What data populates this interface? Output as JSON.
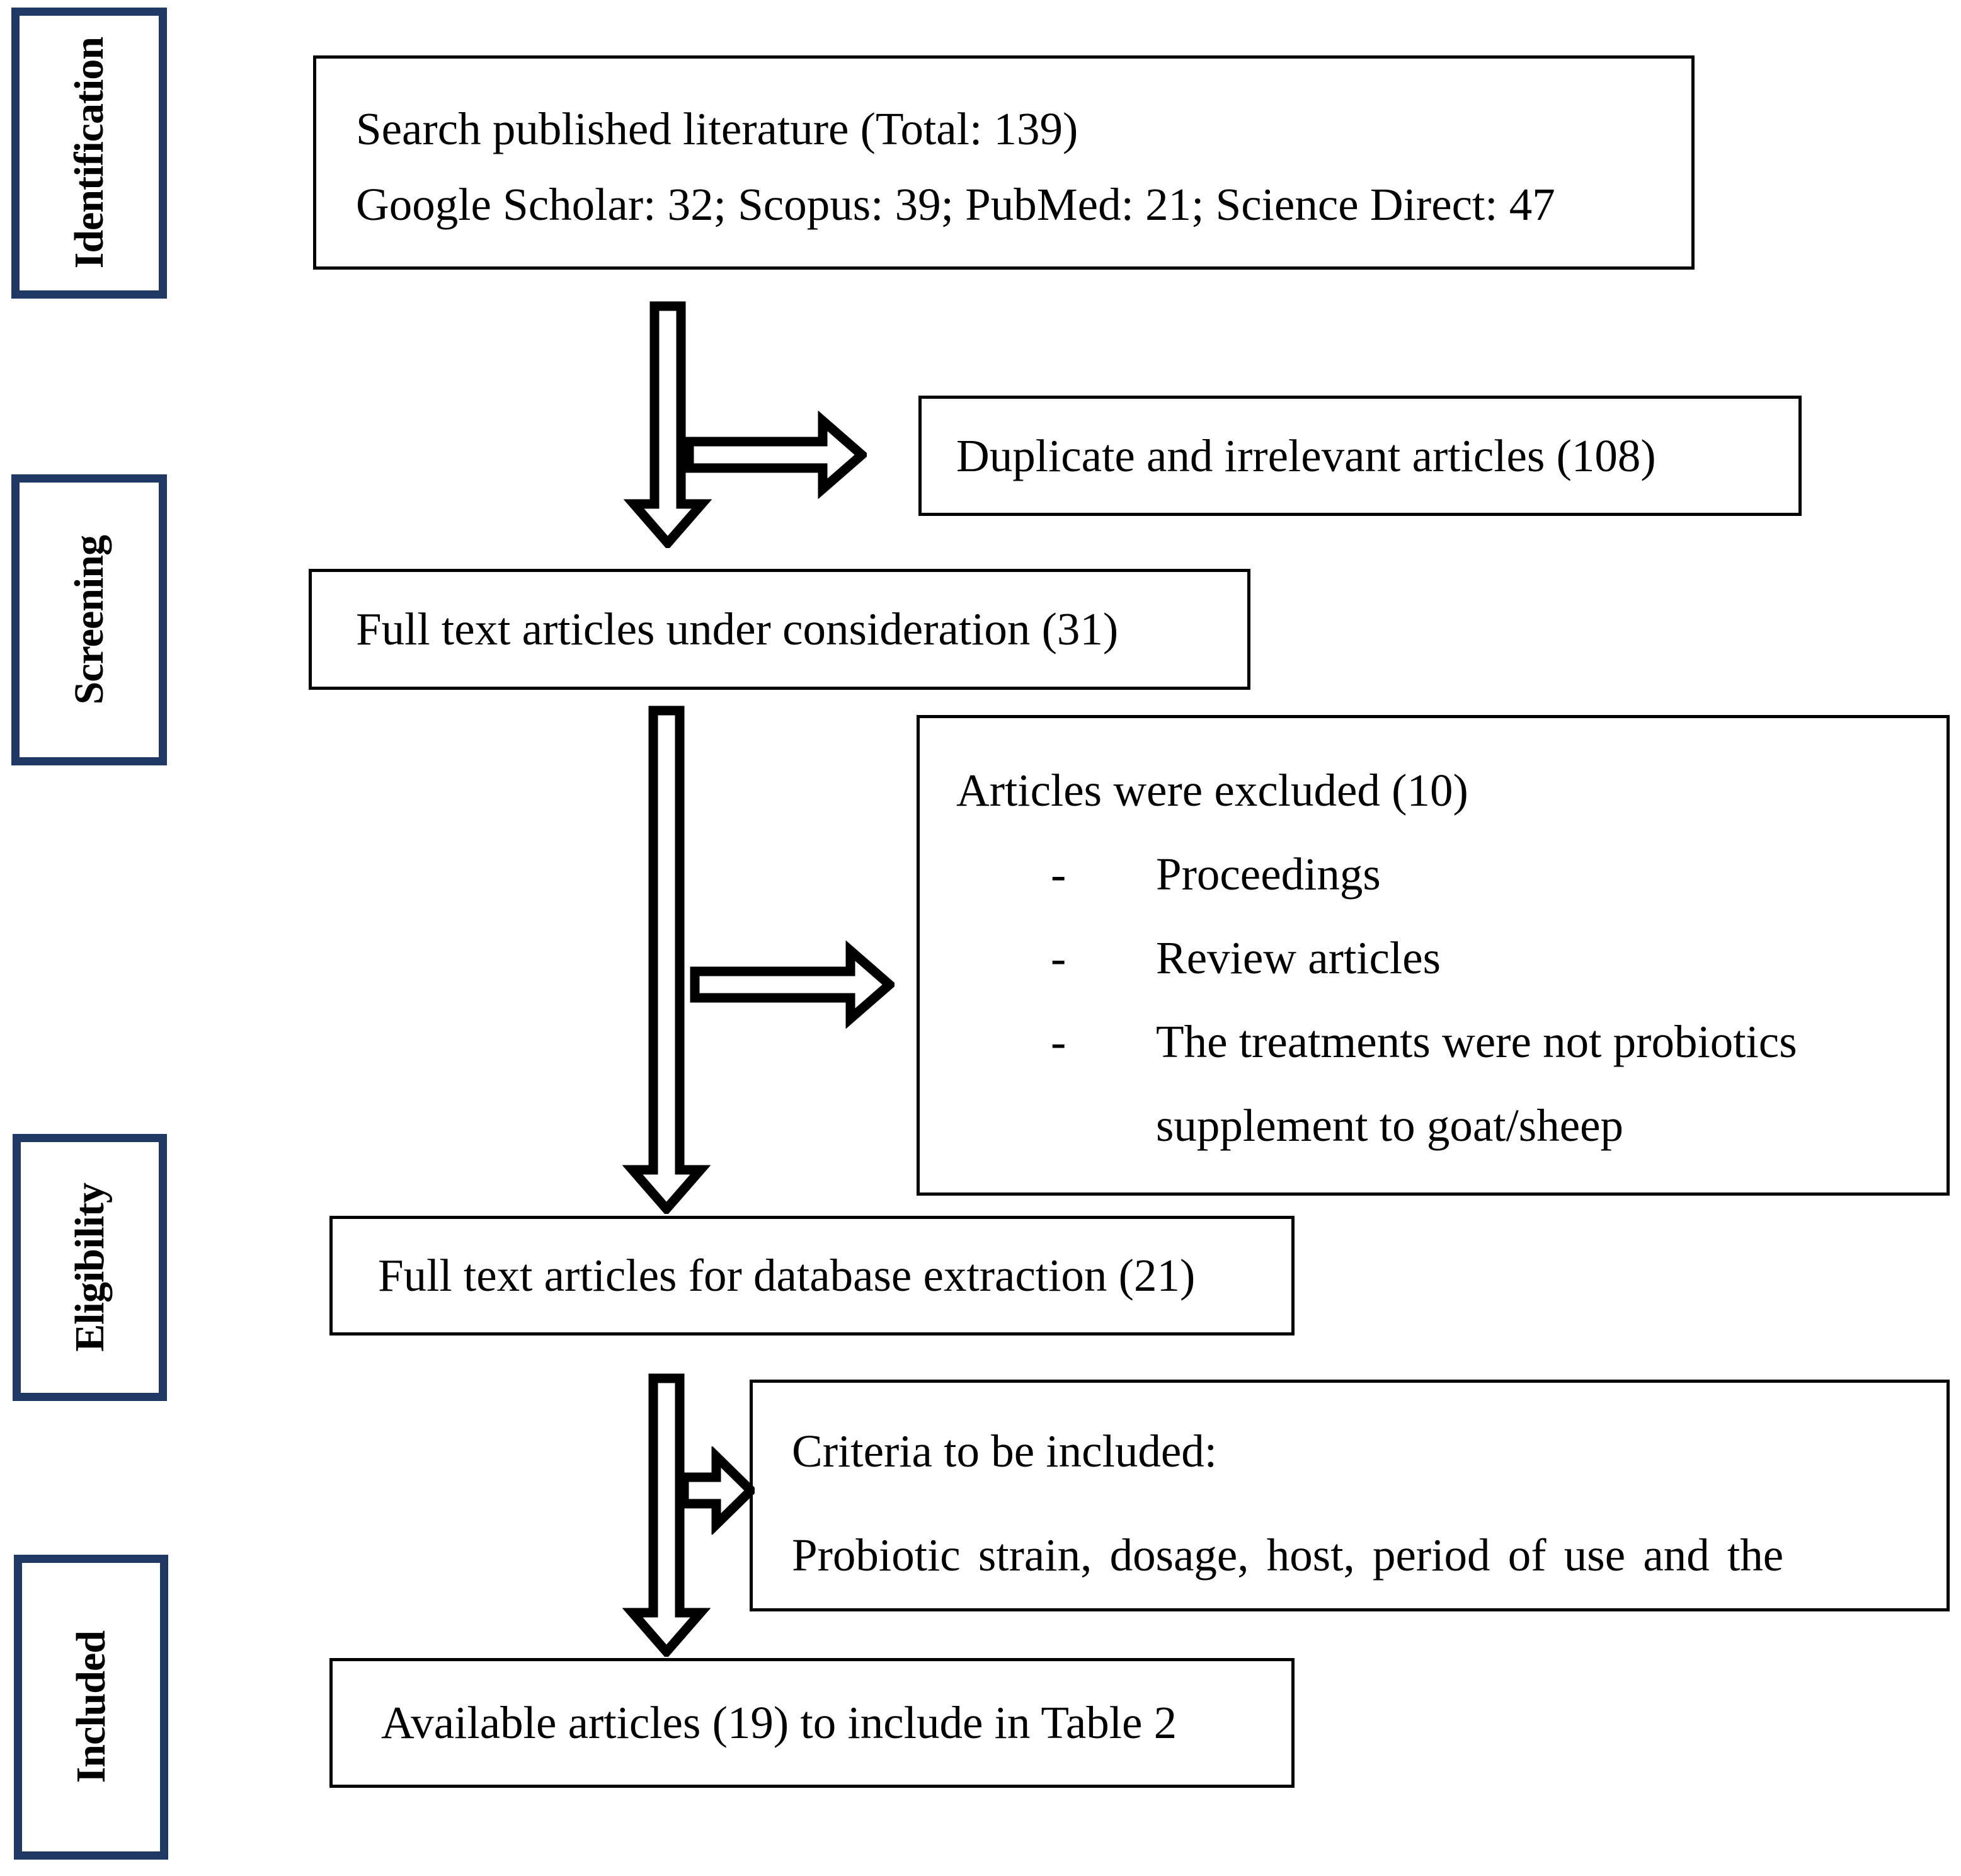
{
  "page": {
    "title": "Literature screening flow diagram"
  },
  "palette": {
    "stage_border": "#1f3864",
    "box_border": "#000000",
    "text": "#000000",
    "arrow_fill": "#ffffff",
    "arrow_outline": "#000000",
    "background": "#ffffff"
  },
  "stages": [
    {
      "label": "Identification"
    },
    {
      "label": "Screening"
    },
    {
      "label": "Eligibility"
    },
    {
      "label": "Included"
    }
  ],
  "boxes": {
    "search": {
      "line1": "Search published literature (Total: 139)",
      "line2": "Google Scholar: 32; Scopus: 39; PubMed: 21; Science Direct: 47"
    },
    "duplicates": {
      "text": "Duplicate and irrelevant articles (108)"
    },
    "consideration": {
      "text": "Full text articles under consideration (31)"
    },
    "excluded": {
      "title": "Articles were excluded (10)",
      "bullet": "-",
      "items": [
        "Proceedings",
        "Review articles",
        "The treatments were not probiotics supplement to goat/sheep"
      ]
    },
    "extraction": {
      "text": "Full text articles for database extraction (21)"
    },
    "criteria": {
      "line1": "Criteria to be included:",
      "line2": "Probiotic strain, dosage, host, period of use and the"
    },
    "included": {
      "text": "Available articles (19) to include in Table 2"
    }
  }
}
